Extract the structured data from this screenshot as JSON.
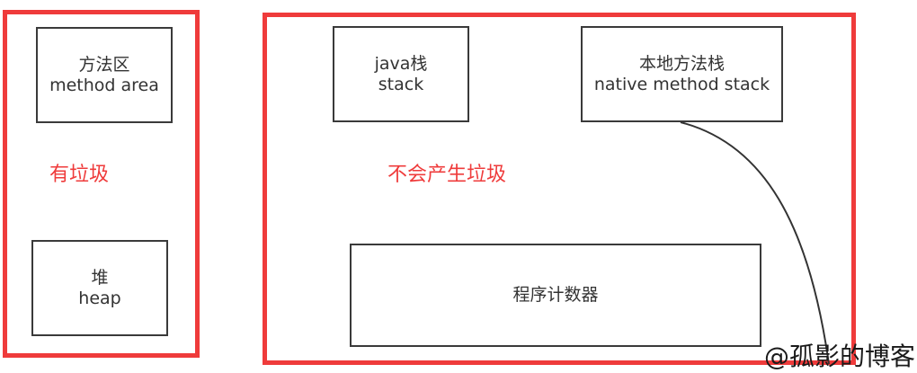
{
  "left_region": {
    "method_area": {
      "line1": "方法区",
      "line2": "method area"
    },
    "heap": {
      "line1": "堆",
      "line2": "heap"
    },
    "note": "有垃圾"
  },
  "right_region": {
    "java_stack": {
      "line1": "java栈",
      "line2": "stack"
    },
    "native_stack": {
      "line1": "本地方法栈",
      "line2": "native method stack"
    },
    "program_counter": {
      "label": "程序计数器"
    },
    "note": "不会产生垃圾"
  },
  "watermark": "@孤影的博客",
  "colors": {
    "frame": "#ef3b3b",
    "box_border": "#3a3a3a",
    "text": "#333333"
  }
}
